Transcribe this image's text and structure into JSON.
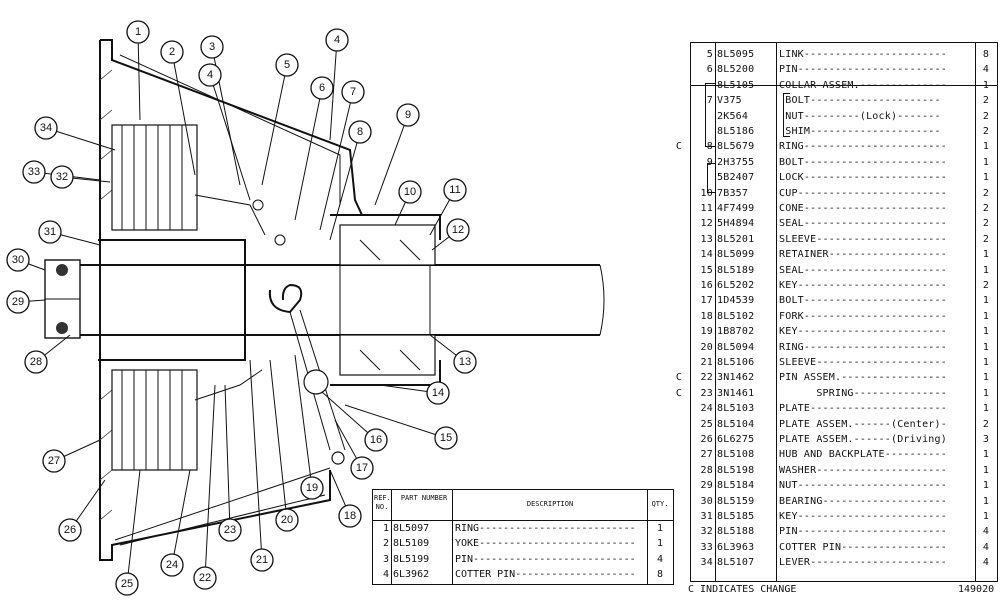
{
  "callouts": [
    "1",
    "2",
    "3",
    "4",
    "4",
    "5",
    "6",
    "7",
    "8",
    "9",
    "10",
    "11",
    "12",
    "13",
    "14",
    "15",
    "16",
    "17",
    "18",
    "19",
    "20",
    "21",
    "22",
    "23",
    "24",
    "25",
    "26",
    "27",
    "28",
    "29",
    "30",
    "31",
    "32",
    "33",
    "34"
  ],
  "parts_list": [
    {
      "c": "",
      "ref": "5",
      "part": "8L5095",
      "desc": "LINK-----------------------",
      "qty": "8"
    },
    {
      "c": "",
      "ref": "6",
      "part": "8L5200",
      "desc": "PIN------------------------",
      "qty": "4"
    },
    {
      "c": "",
      "ref": "",
      "part": "8L5105",
      "desc": "COLLAR ASSEM.--------------",
      "qty": "1"
    },
    {
      "c": "",
      "ref": "7",
      "part": "V375",
      "desc": " BOLT---------------------",
      "qty": "2"
    },
    {
      "c": "",
      "ref": "",
      "part": "2K564",
      "desc": " NUT---------(Lock)-------",
      "qty": "2"
    },
    {
      "c": "",
      "ref": "",
      "part": "8L5186",
      "desc": " SHIM---------------------",
      "qty": "2"
    },
    {
      "c": "C",
      "ref": "8",
      "part": "8L5679",
      "desc": "RING-----------------------",
      "qty": "1"
    },
    {
      "c": "",
      "ref": "9",
      "part": "2H3755",
      "desc": "BOLT-----------------------",
      "qty": "1"
    },
    {
      "c": "",
      "ref": "",
      "part": "5B2407",
      "desc": "LOCK-----------------------",
      "qty": "1"
    },
    {
      "c": "",
      "ref": "10",
      "part": "7B357",
      "desc": "CUP------------------------",
      "qty": "2"
    },
    {
      "c": "",
      "ref": "11",
      "part": "4F7499",
      "desc": "CONE-----------------------",
      "qty": "2"
    },
    {
      "c": "",
      "ref": "12",
      "part": "5H4894",
      "desc": "SEAL-----------------------",
      "qty": "2"
    },
    {
      "c": "",
      "ref": "13",
      "part": "8L5201",
      "desc": "SLEEVE---------------------",
      "qty": "2"
    },
    {
      "c": "",
      "ref": "14",
      "part": "8L5099",
      "desc": "RETAINER-------------------",
      "qty": "1"
    },
    {
      "c": "",
      "ref": "15",
      "part": "8L5189",
      "desc": "SEAL-----------------------",
      "qty": "1"
    },
    {
      "c": "",
      "ref": "16",
      "part": "6L5202",
      "desc": "KEY------------------------",
      "qty": "2"
    },
    {
      "c": "",
      "ref": "17",
      "part": "1D4539",
      "desc": "BOLT-----------------------",
      "qty": "1"
    },
    {
      "c": "",
      "ref": "18",
      "part": "8L5102",
      "desc": "FORK-----------------------",
      "qty": "1"
    },
    {
      "c": "",
      "ref": "19",
      "part": "1B8702",
      "desc": "KEY------------------------",
      "qty": "1"
    },
    {
      "c": "",
      "ref": "20",
      "part": "8L5094",
      "desc": "RING-----------------------",
      "qty": "1"
    },
    {
      "c": "",
      "ref": "21",
      "part": "8L5106",
      "desc": "SLEEVE---------------------",
      "qty": "1"
    },
    {
      "c": "C",
      "ref": "22",
      "part": "3N1462",
      "desc": "PIN ASSEM.-----------------",
      "qty": "1"
    },
    {
      "c": "C",
      "ref": "23",
      "part": "3N1461",
      "desc": "      SPRING---------------",
      "qty": "1"
    },
    {
      "c": "",
      "ref": "24",
      "part": "8L5103",
      "desc": "PLATE----------------------",
      "qty": "1"
    },
    {
      "c": "",
      "ref": "25",
      "part": "8L5104",
      "desc": "PLATE ASSEM.------(Center)-",
      "qty": "2"
    },
    {
      "c": "",
      "ref": "26",
      "part": "6L6275",
      "desc": "PLATE ASSEM.------(Driving)",
      "qty": "3"
    },
    {
      "c": "",
      "ref": "27",
      "part": "8L5108",
      "desc": "HUB AND BACKPLATE----------",
      "qty": "1"
    },
    {
      "c": "",
      "ref": "28",
      "part": "8L5198",
      "desc": "WASHER---------------------",
      "qty": "1"
    },
    {
      "c": "",
      "ref": "29",
      "part": "8L5184",
      "desc": "NUT------------------------",
      "qty": "1"
    },
    {
      "c": "",
      "ref": "30",
      "part": "8L5159",
      "desc": "BEARING--------------------",
      "qty": "1"
    },
    {
      "c": "",
      "ref": "31",
      "part": "8L5185",
      "desc": "KEY------------------------",
      "qty": "1"
    },
    {
      "c": "",
      "ref": "32",
      "part": "8L5188",
      "desc": "PIN------------------------",
      "qty": "4"
    },
    {
      "c": "",
      "ref": "33",
      "part": "6L3963",
      "desc": "COTTER PIN-----------------",
      "qty": "4"
    },
    {
      "c": "",
      "ref": "34",
      "part": "8L5107",
      "desc": "LEVER----------------------",
      "qty": "4"
    }
  ],
  "small_table": {
    "headers": {
      "ref": "REF. NO.",
      "part": "PART NUMBER",
      "desc": "DESCRIPTION",
      "qty": "QTY."
    },
    "rows": [
      {
        "ref": "1",
        "part": "8L5097",
        "desc": "RING--------------------------",
        "qty": "1"
      },
      {
        "ref": "2",
        "part": "8L5109",
        "desc": "YOKE--------------------------",
        "qty": "1"
      },
      {
        "ref": "3",
        "part": "8L5199",
        "desc": "PIN---------------------------",
        "qty": "4"
      },
      {
        "ref": "4",
        "part": "6L3962",
        "desc": "COTTER PIN--------------------",
        "qty": "8"
      }
    ]
  },
  "footnote": "C INDICATES CHANGE",
  "figure_number": "149020"
}
